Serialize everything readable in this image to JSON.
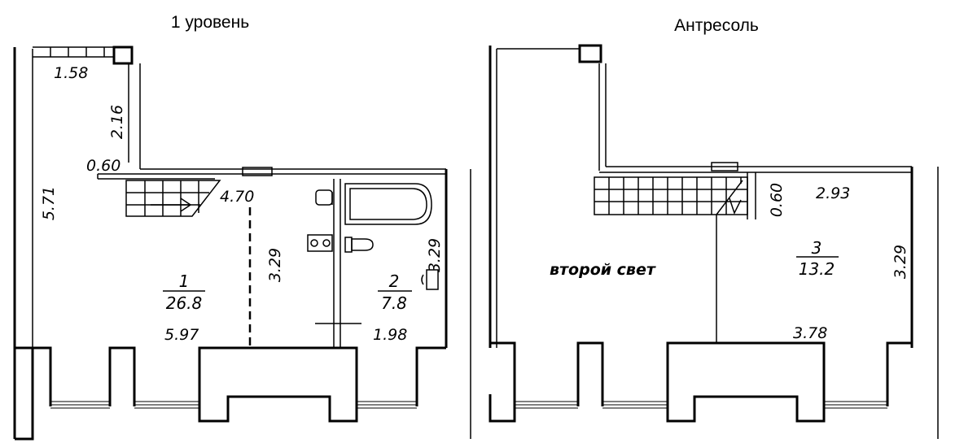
{
  "titles": {
    "level1": "1 уровень",
    "mezzanine": "Антресоль"
  },
  "level1": {
    "dimensions": [
      "1.58",
      "2.16",
      "0.60",
      "5.71",
      "4.70",
      "3.29",
      "3.29",
      "5.97",
      "1.98"
    ],
    "rooms": [
      {
        "number": "1",
        "area": "26.8"
      },
      {
        "number": "2",
        "area": "7.8"
      }
    ]
  },
  "mezzanine": {
    "dimensions": [
      "0.60",
      "2.93",
      "3.29",
      "3.78"
    ],
    "rooms": [
      {
        "number": "3",
        "area": "13.2"
      }
    ],
    "second_light_label": "второй свет"
  }
}
